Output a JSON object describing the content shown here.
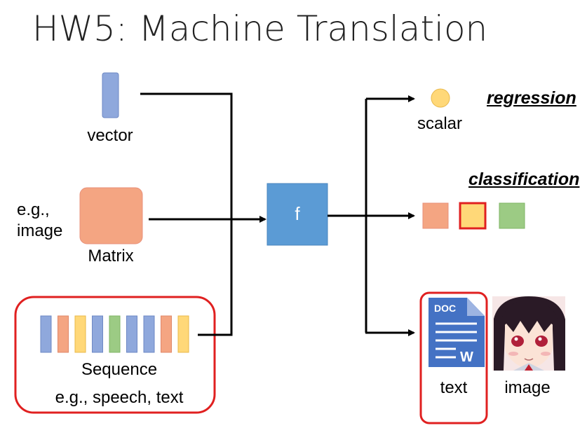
{
  "title": "HW5: Machine Translation",
  "inputs": {
    "vector_label": "vector",
    "matrix_prefix_line1": "e.g.,",
    "matrix_prefix_line2": "image",
    "matrix_label": "Matrix",
    "sequence_label": "Sequence",
    "sequence_examples": "e.g., speech, text"
  },
  "function_label": "f",
  "outputs": {
    "scalar_label": "scalar",
    "regression_label": "regression",
    "classification_label": "classification",
    "text_label": "text",
    "image_label": "image",
    "doc_badge": "DOC",
    "doc_letter": "W"
  },
  "colors": {
    "blue": "#8FA8DC",
    "orange": "#F4A582",
    "yellow": "#FFD878",
    "green": "#9CCB84",
    "f_box": "#5B9BD5",
    "highlight_red": "#E02020",
    "doc_blue": "#4472C4"
  },
  "sequence_colors": [
    "blue",
    "orange",
    "yellow",
    "blue",
    "green",
    "blue",
    "blue",
    "orange",
    "yellow"
  ],
  "class_colors": [
    "orange",
    "yellow",
    "green"
  ],
  "icons": [
    "document-icon",
    "anime-face-image"
  ]
}
